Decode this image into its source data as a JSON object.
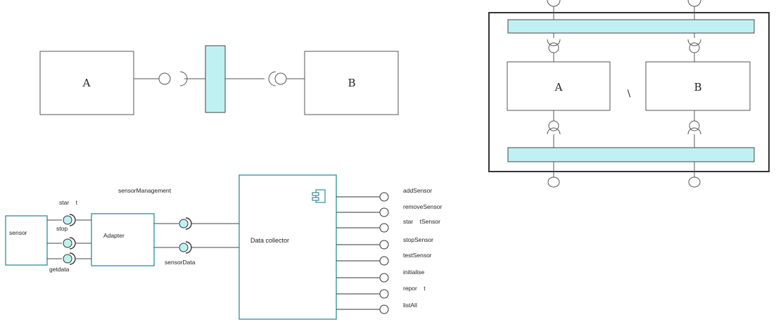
{
  "colors": {
    "connector_fill": "#bff1f2",
    "border_teal": "#2a8f99",
    "line": "#555555"
  },
  "top_left": {
    "component_a": "A",
    "component_b": "B"
  },
  "top_right": {
    "component_a": "A",
    "component_b": "B",
    "separator": "\\"
  },
  "bottom": {
    "sensor": "sensor",
    "adapter": "Adapter",
    "data_collector": "Data collector",
    "sensor_management": "sensorManagement",
    "sensor_data": "sensorData",
    "adapter_ports": [
      "star    t",
      "stop",
      "getdata"
    ],
    "interfaces": [
      "addSensor",
      "removeSensor",
      "star    tSensor",
      "stopSensor",
      "testSensor",
      "initialise",
      "repor    t",
      "listAll"
    ]
  }
}
